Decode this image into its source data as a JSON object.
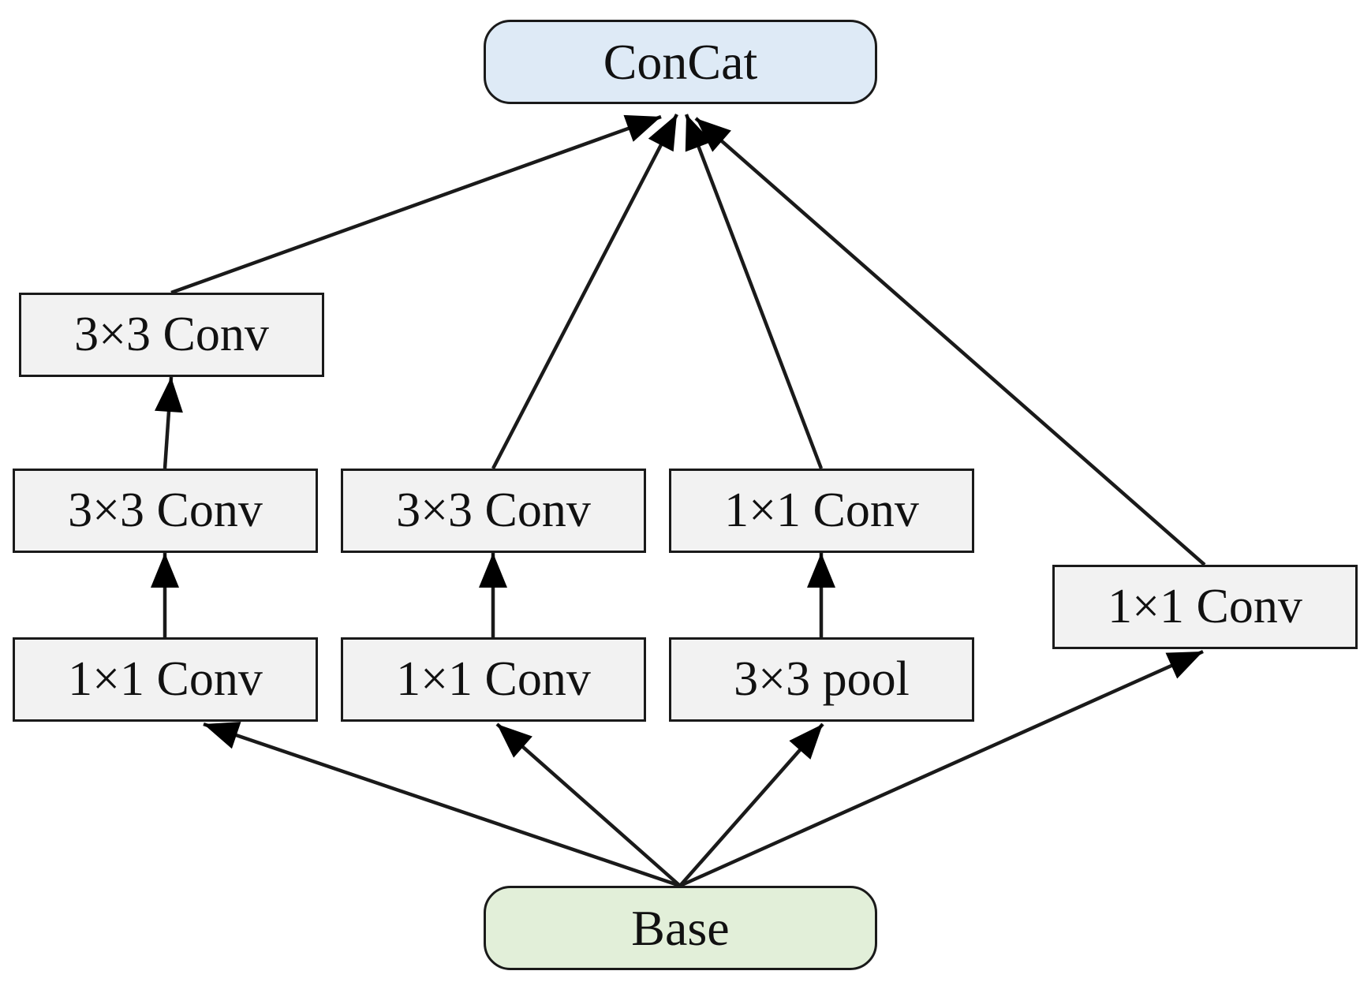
{
  "nodes": {
    "concat": "ConCat",
    "base": "Base",
    "branch1_top": "3×3 Conv",
    "branch1_mid": "3×3 Conv",
    "branch1_bottom": "1×1 Conv",
    "branch2_top": "3×3 Conv",
    "branch2_bottom": "1×1 Conv",
    "branch3_top": "1×1 Conv",
    "branch3_bottom": "3×3 pool",
    "branch4": "1×1 Conv"
  },
  "colors": {
    "box_fill": "#f2f2f2",
    "concat_fill": "#deeaf6",
    "base_fill": "#e2efd9",
    "stroke": "#1a1a1a"
  },
  "edges": [
    {
      "from": "base",
      "to": "branch1_bottom"
    },
    {
      "from": "base",
      "to": "branch2_bottom"
    },
    {
      "from": "base",
      "to": "branch3_bottom"
    },
    {
      "from": "base",
      "to": "branch4"
    },
    {
      "from": "branch1_bottom",
      "to": "branch1_mid"
    },
    {
      "from": "branch1_mid",
      "to": "branch1_top"
    },
    {
      "from": "branch2_bottom",
      "to": "branch2_top"
    },
    {
      "from": "branch3_bottom",
      "to": "branch3_top"
    },
    {
      "from": "branch1_top",
      "to": "concat"
    },
    {
      "from": "branch2_top",
      "to": "concat"
    },
    {
      "from": "branch3_top",
      "to": "concat"
    },
    {
      "from": "branch4",
      "to": "concat"
    }
  ]
}
